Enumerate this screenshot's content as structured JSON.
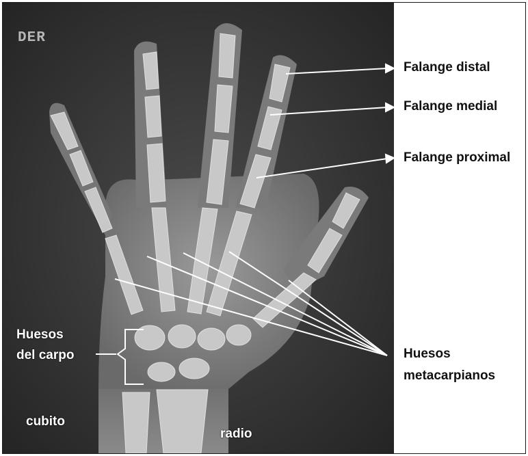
{
  "figure": {
    "side_marker": "DER",
    "labels": {
      "falange_distal": "Falange distal",
      "falange_medial": "Falange medial",
      "falange_proximal": "Falange proximal",
      "huesos_metacarpianos": [
        "Huesos",
        "metacarpianos"
      ],
      "huesos_del_carpo": [
        "Huesos",
        "del carpo"
      ],
      "cubito": "cubito",
      "radio": "radio"
    },
    "colors": {
      "background": "#ffffff",
      "xray_dark": "#2a2a2a",
      "bone": "#cfcfcf",
      "pointer_line": "#ffffff",
      "label_dark": "#111111",
      "label_light": "#ffffff"
    }
  }
}
